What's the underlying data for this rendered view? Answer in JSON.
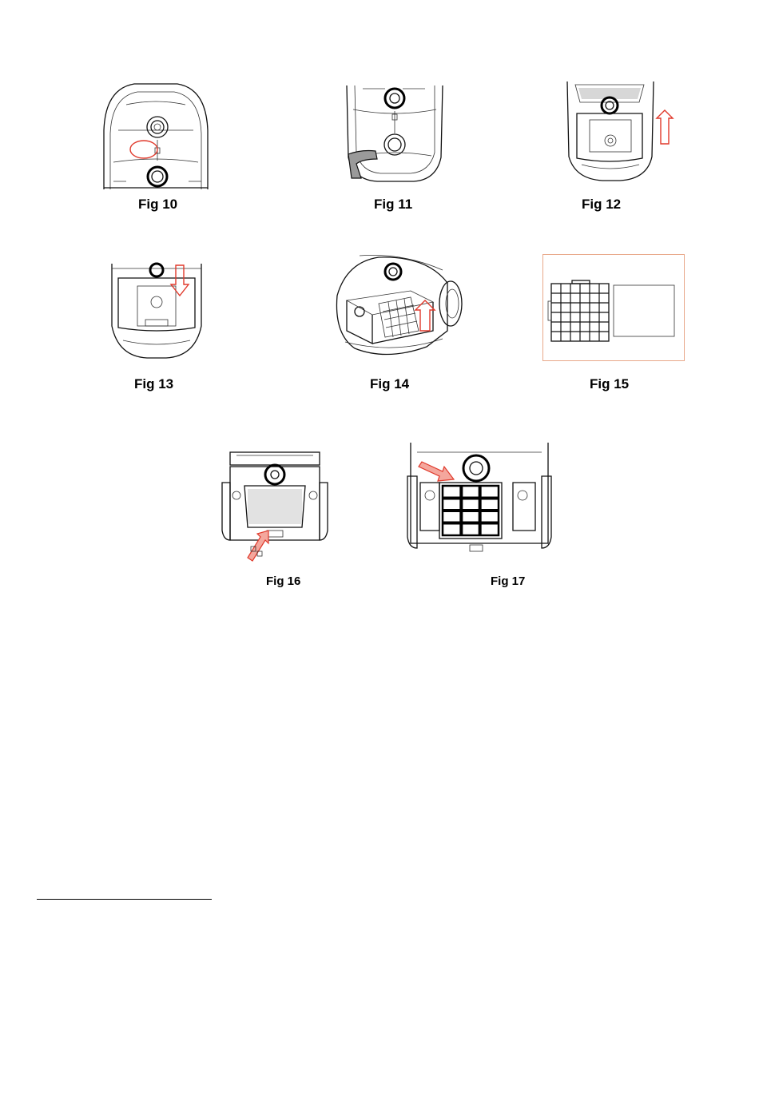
{
  "figures": {
    "fig10": {
      "caption": "Fig 10"
    },
    "fig11": {
      "caption": "Fig 11"
    },
    "fig12": {
      "caption": "Fig 12"
    },
    "fig13": {
      "caption": "Fig 13"
    },
    "fig14": {
      "caption": "Fig 14"
    },
    "fig15": {
      "caption": "Fig 15"
    },
    "fig16": {
      "caption": "Fig 16"
    },
    "fig17": {
      "caption": "Fig 17"
    }
  },
  "colors": {
    "line_art": "#111111",
    "highlight_red": "#e0392b",
    "fig15_frame": "#e8a88a"
  }
}
